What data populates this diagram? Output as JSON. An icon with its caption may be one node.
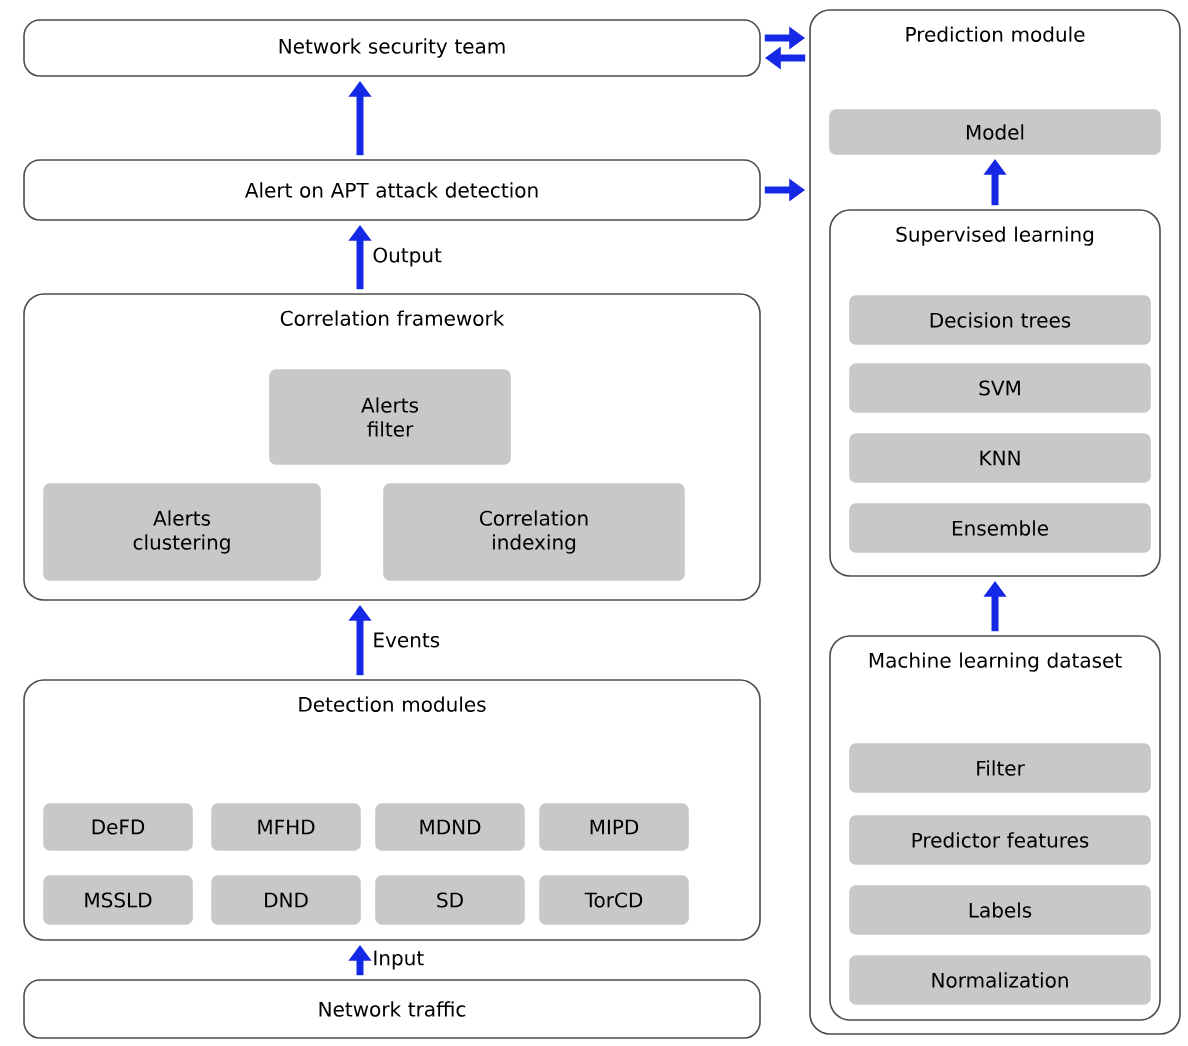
{
  "diagram": {
    "nodes": [
      {
        "text": [
          "Network security team"
        ]
      },
      {
        "text": [
          "Alert on APT attack detection"
        ]
      },
      {
        "text": [
          "Correlation framework"
        ]
      },
      {
        "text": [
          "Alerts filter"
        ],
        "in": 2
      },
      {
        "text": [
          "Alerts clustering"
        ],
        "in": 2
      },
      {
        "text": [
          "Correlation indexing"
        ],
        "in": 2
      },
      {
        "text": [
          "Detection modules"
        ]
      },
      {
        "text": [
          "DeFD"
        ],
        "in": 6
      },
      {
        "text": [
          "MFHD"
        ],
        "in": 6
      },
      {
        "text": [
          "MDND"
        ],
        "in": 6
      },
      {
        "text": [
          "MIPD"
        ],
        "in": 6
      },
      {
        "text": [
          "MSSLD"
        ],
        "in": 6
      },
      {
        "text": [
          "DND"
        ],
        "in": 6
      },
      {
        "text": [
          "SD"
        ],
        "in": 6
      },
      {
        "text": [
          "TorCD"
        ],
        "in": 6
      },
      {
        "text": [
          "Network traffic"
        ]
      },
      {
        "text": [
          "Prediction module"
        ]
      },
      {
        "text": [
          "Model"
        ],
        "in": 16
      },
      {
        "text": [
          "Supervised learning"
        ],
        "in": 16
      },
      {
        "text": [
          "Decision trees"
        ],
        "in": 18
      },
      {
        "text": [
          "SVM"
        ],
        "in": 18
      },
      {
        "text": [
          "KNN"
        ],
        "in": 18
      },
      {
        "text": [
          "Ensemble"
        ],
        "in": 18
      },
      {
        "text": [
          "Machine learning dataset"
        ],
        "in": 16
      },
      {
        "text": [
          "Filter"
        ],
        "in": 23
      },
      {
        "text": [
          "Predictor features"
        ],
        "in": 23
      },
      {
        "text": [
          "Labels"
        ],
        "in": 23
      },
      {
        "text": [
          "Normalization"
        ],
        "in": 23
      }
    ],
    "edges": [
      {
        "from": 15,
        "to": 6,
        "arrow": "to",
        "label": "Input"
      },
      {
        "from": 6,
        "to": 2,
        "arrow": "to",
        "label": "Events"
      },
      {
        "from": 2,
        "to": 1,
        "arrow": "to",
        "label": "Output"
      },
      {
        "from": 1,
        "to": 0,
        "arrow": "to"
      },
      {
        "from": 0,
        "to": 16,
        "arrow": "to"
      },
      {
        "from": 16,
        "to": 0,
        "arrow": "to"
      },
      {
        "from": 1,
        "to": 16,
        "arrow": "to"
      },
      {
        "from": 23,
        "to": 18,
        "arrow": "to"
      },
      {
        "from": 18,
        "to": 17,
        "arrow": "to"
      }
    ]
  }
}
